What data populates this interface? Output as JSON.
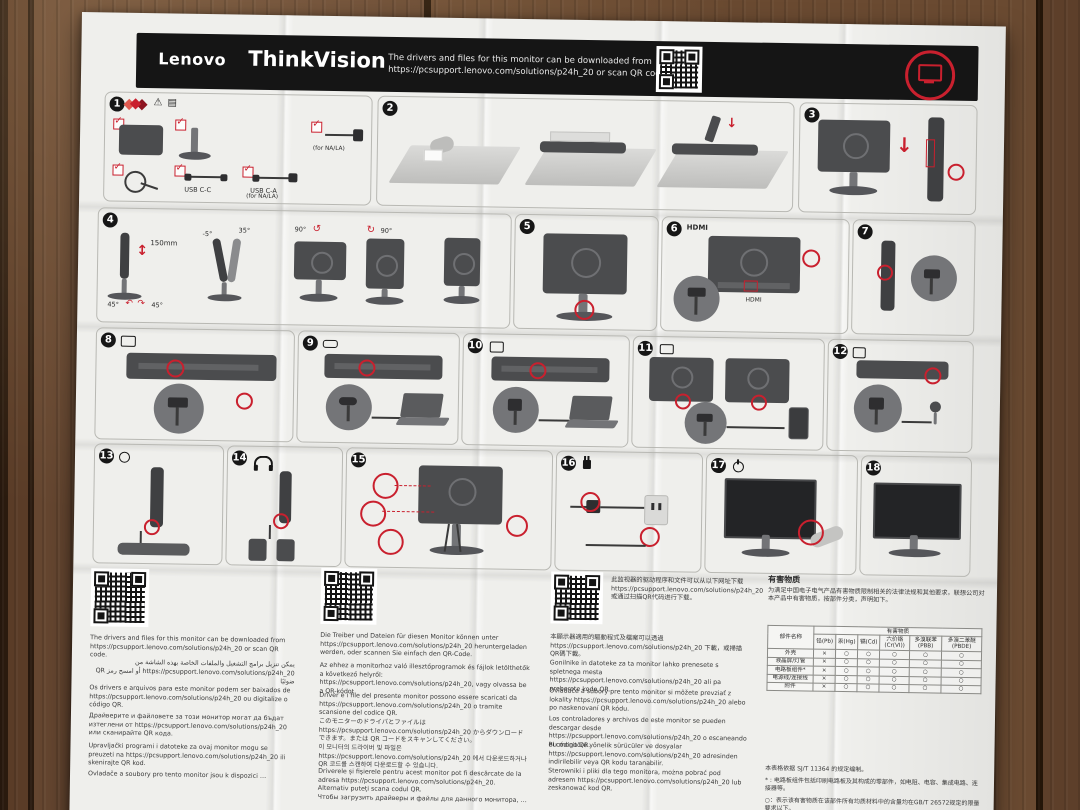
{
  "header": {
    "brand": "Lenovo",
    "product": "ThinkVision",
    "dl1": "The drivers and files for this monitor can be downloaded from",
    "dl2": "https://pcsupport.lenovo.com/solutions/p24h_20 or scan QR code"
  },
  "steps": [
    {
      "num": "1",
      "labels": {
        "usb_cc": "USB C-C",
        "usb_ca": "USB C-A",
        "na_la_1": "(for NA/LA)",
        "na_la_2": "(for NA/LA)"
      }
    },
    {
      "num": "2"
    },
    {
      "num": "3"
    },
    {
      "num": "4",
      "labels": {
        "height": "150mm",
        "tilt_min": "-5°",
        "tilt_max": "35°",
        "pivot_l": "90°",
        "pivot_r": "90°",
        "swivel_l": "45°",
        "swivel_r": "45°"
      }
    },
    {
      "num": "5"
    },
    {
      "num": "6",
      "labels": {
        "interface": "HDMI",
        "port": "HDMI"
      }
    },
    {
      "num": "7"
    },
    {
      "num": "8"
    },
    {
      "num": "9"
    },
    {
      "num": "10"
    },
    {
      "num": "11"
    },
    {
      "num": "12"
    },
    {
      "num": "13"
    },
    {
      "num": "14"
    },
    {
      "num": "15"
    },
    {
      "num": "16"
    },
    {
      "num": "17"
    },
    {
      "num": "18"
    }
  ],
  "downloads": {
    "col1": [
      {
        "lang": "en",
        "text": "The drivers and files for this monitor can be downloaded from https://pcsupport.lenovo.com/solutions/p24h_20 or scan QR code."
      },
      {
        "lang": "ar",
        "text": "يمكن تنزيل برامج التشغيل والملفات الخاصة بهذه الشاشة من https://pcsupport.lenovo.com/solutions/p24h_20 أو امسح رمز QR ضوئيًا"
      },
      {
        "lang": "pt",
        "text": "Os drivers e arquivos para este monitor podem ser baixados de https://pcsupport.lenovo.com/solutions/p24h_20 ou digitalize o código QR."
      },
      {
        "lang": "bg",
        "text": "Драйверите и файловете за този монитор могат да бъдат изтеглени от https://pcsupport.lenovo.com/solutions/p24h_20 или сканирайте QR кода."
      },
      {
        "lang": "hr",
        "text": "Upravljački programi i datoteke za ovaj monitor mogu se preuzeti na https://pcsupport.lenovo.com/solutions/p24h_20 ili skenirajte QR kod."
      },
      {
        "lang": "cs",
        "text": "Ovladače a soubory pro tento monitor jsou k dispozici …"
      }
    ],
    "col2": [
      {
        "lang": "de",
        "text": "Die Treiber und Dateien für diesen Monitor können unter https://pcsupport.lenovo.com/solutions/p24h_20 heruntergeladen werden, oder scannen Sie einfach den QR-Code."
      },
      {
        "lang": "hu",
        "text": "Az ehhez a monitorhoz való illesztőprogramok és fájlok letölthetők a következő helyről: https://pcsupport.lenovo.com/solutions/p24h_20, vagy olvassa be a QR-kódot."
      },
      {
        "lang": "it",
        "text": "Driver e i file del presente monitor possono essere scaricati da https://pcsupport.lenovo.com/solutions/p24h_20 o tramite scansione del codice QR."
      },
      {
        "lang": "ja",
        "text": "このモニターのドライバとファイルは https://pcsupport.lenovo.com/solutions/p24h_20 からダウンロードできます。または QR コードをスキャンしてください。"
      },
      {
        "lang": "ko",
        "text": "이 모니터의 드라이버 및 파일은 https://pcsupport.lenovo.com/solutions/p24h_20 에서 다운로드하거나 QR 코드를 스캔하여 다운로드할 수 있습니다."
      },
      {
        "lang": "ro",
        "text": "Driverele și fișierele pentru acest monitor pot fi descărcate de la adresa https://pcsupport.lenovo.com/solutions/p24h_20. Alternativ puteți scana codul QR."
      },
      {
        "lang": "ru",
        "text": "Чтобы загрузить драйверы и файлы для данного монитора, …"
      }
    ],
    "col3": [
      {
        "lang": "zh-CN",
        "text": "此监视器的驱动程序和文件可以从以下网址下载 https://pcsupport.lenovo.com/solutions/p24h_20 或通过扫描QR代码进行下载。"
      },
      {
        "lang": "zh-TW",
        "text": "本顯示器適用的驅動程式及檔案可以透過 https://pcsupport.lenovo.com/solutions/p24h_20 下載，或掃描QR碼下載。"
      },
      {
        "lang": "sl",
        "text": "Gonilnike in datoteke za ta monitor lahko prenesete s spletnega mesta https://pcsupport.lenovo.com/solutions/p24h_20 ali pa preberete kodo QR."
      },
      {
        "lang": "sk",
        "text": "Ovládače a súbory pre tento monitor si môžete prevziať z lokality https://pcsupport.lenovo.com/solutions/p24h_20 alebo po naskenovaní QR kódu."
      },
      {
        "lang": "es",
        "text": "Los controladores y archivos de este monitor se pueden descargar desde https://pcsupport.lenovo.com/solutions/p24h_20 o escaneando el código QR."
      },
      {
        "lang": "tr",
        "text": "Bu monitöre yönelik sürücüler ve dosyalar https://pcsupport.lenovo.com/solutions/p24h_20 adresinden indirilebilir veya QR kodu taranabilir."
      },
      {
        "lang": "pl",
        "text": "Sterowniki i pliki dla tego monitora, można pobrać pod adresem https://pcsupport.lenovo.com/solutions/p24h_20 lub zeskanować kod QR."
      }
    ]
  },
  "hazard": {
    "title": "有害物质",
    "intro": "为满足中国电子电气产品有害物质限制相关的法律法规和其他要求，联想公司对本产品中有害物质，按部件分类，声明如下。",
    "part_header": "部件名称",
    "group_header": "有害物质",
    "substances": [
      "铅(Pb)",
      "汞(Hg)",
      "镉(Cd)",
      "六价铬(Cr(VI))",
      "多溴联苯(PBB)",
      "多溴二苯醚(PBDE)"
    ],
    "rows": [
      {
        "part": "外壳",
        "marks": [
          "×",
          "○",
          "○",
          "○",
          "○",
          "○"
        ]
      },
      {
        "part": "液晶屏/灯管",
        "marks": [
          "×",
          "○",
          "○",
          "○",
          "○",
          "○"
        ]
      },
      {
        "part": "电路板组件*",
        "marks": [
          "×",
          "○",
          "○",
          "○",
          "○",
          "○"
        ]
      },
      {
        "part": "电源线/连接线",
        "marks": [
          "×",
          "○",
          "○",
          "○",
          "○",
          "○"
        ]
      },
      {
        "part": "附件",
        "marks": [
          "×",
          "○",
          "○",
          "○",
          "○",
          "○"
        ]
      }
    ],
    "notes": [
      "本表格依据 SJ/T 11364 的规定编制。",
      "* : 电路板组件包括印刷电路板及其构成的零部件，如电阻、电容、集成电路、连接器等。",
      "○：表示该有害物质在该部件所有均质材料中的含量均在GB/T 26572规定的限量要求以下。"
    ]
  },
  "icons": {
    "warning": "⚠",
    "user_guide": "▤",
    "arrow_down": "↓",
    "arrow_updown": "↕",
    "rotate_cw": "↻",
    "rotate_ccw": "↺",
    "swivel_left": "↶",
    "swivel_right": "↷"
  }
}
